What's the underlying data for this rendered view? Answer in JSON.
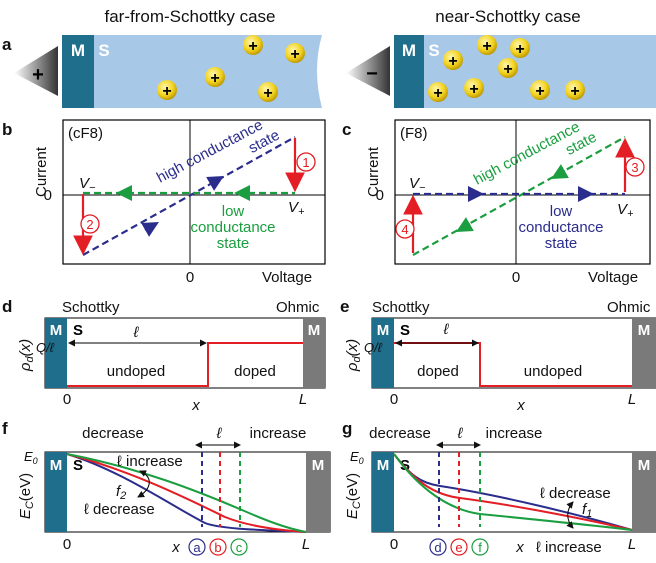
{
  "titles": {
    "left": "far-from-Schottky case",
    "right": "near-Schottky case"
  },
  "panel_letters": {
    "a": "a",
    "b": "b",
    "c": "c",
    "d": "d",
    "e": "e",
    "f": "f",
    "g": "g"
  },
  "device": {
    "metal": "M",
    "semiconductor": "S",
    "plus": "+",
    "minus": "−"
  },
  "iv_left": {
    "tag": "(cF8)",
    "ylabel": "Current",
    "xlabel": "Voltage",
    "zero": "0",
    "vminus": "V",
    "vminus_sub": "−",
    "vplus": "V",
    "vplus_sub": "+",
    "high1": "high conductance",
    "high2": "state",
    "low1": "low",
    "low2": "conductance",
    "low3": "state",
    "step1": "1",
    "step2": "2"
  },
  "iv_right": {
    "tag": "(F8)",
    "ylabel": "Current",
    "xlabel": "Voltage",
    "zero": "0",
    "vminus": "V",
    "vminus_sub": "−",
    "vplus": "V",
    "vplus_sub": "+",
    "high1": "high conductance",
    "high2": "state",
    "low1": "low",
    "low2": "conductance",
    "low3": "state",
    "step3": "3",
    "step4": "4"
  },
  "doping": {
    "schottky": "Schottky",
    "ohmic": "Ohmic",
    "ylabel": "ρ",
    "ylabel_sub": "d",
    "ylabel_arg": "(x)",
    "q": "Q/ℓ",
    "ell": "ℓ",
    "x": "x",
    "zero": "0",
    "L": "L",
    "undoped": "undoped",
    "doped": "doped"
  },
  "energy_left": {
    "decrease": "decrease",
    "ell": "ℓ",
    "increase": "increase",
    "E0": "E",
    "E0_sub": "0",
    "ylabel": "E",
    "ylabel_sub": "C",
    "ylabel_unit": "(eV)",
    "l_increase": "ℓ increase",
    "l_decrease": "ℓ decrease",
    "f": "f",
    "f_sub": "2",
    "zero": "0",
    "x": "x",
    "L": "L",
    "curves": [
      "a",
      "b",
      "c"
    ]
  },
  "energy_right": {
    "decrease": "decrease",
    "ell": "ℓ",
    "increase": "increase",
    "E0": "E",
    "E0_sub": "0",
    "ylabel": "E",
    "ylabel_sub": "C",
    "ylabel_unit": "(eV)",
    "l_decrease": "ℓ decrease",
    "l_increase": "ℓ increase",
    "f": "f",
    "f_sub": "1",
    "zero": "0",
    "x": "x",
    "L": "L",
    "curves": [
      "d",
      "e",
      "f"
    ]
  },
  "colors": {
    "blue": "#2b2d8c",
    "green": "#1a9e3f",
    "red": "#e31e24",
    "metal": "#1f6e8c",
    "ohmic": "#7a7a7a",
    "semi": "#a8c8e8"
  }
}
